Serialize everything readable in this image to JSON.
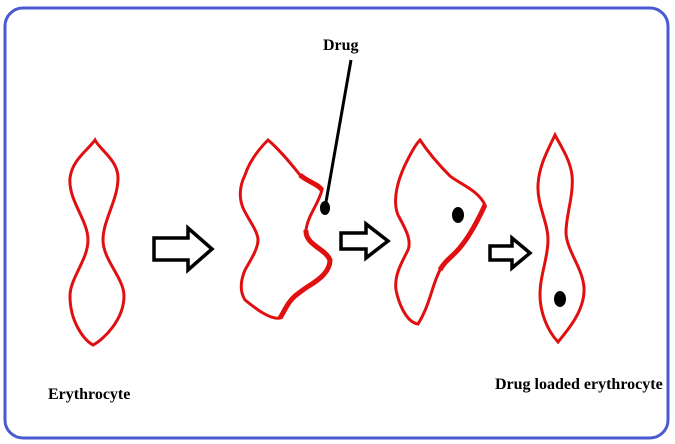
{
  "labels": {
    "drug": "Drug",
    "erythrocyte": "Erythrocyte",
    "drug_loaded": "Drug loaded erythrocyte"
  },
  "colors": {
    "frame": "#4a5bd1",
    "cell_membrane": "#e01010",
    "drug_particle": "#000000",
    "arrow_fill": "#ffffff",
    "arrow_stroke": "#000000"
  },
  "stages": [
    "erythrocyte",
    "membrane-opened-with-drug",
    "drug-entering",
    "drug-loaded-erythrocyte"
  ]
}
